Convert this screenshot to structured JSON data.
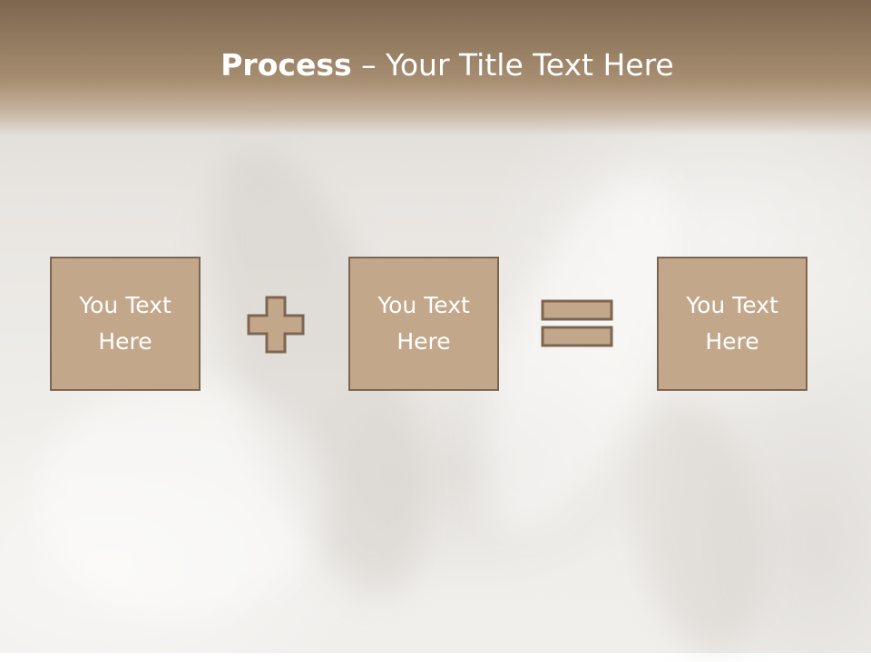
{
  "slide": {
    "title_bold": "Process",
    "title_rest": " – Your Title Text Here",
    "boxes": [
      {
        "label_line1": "You Text",
        "label_line2": "Here"
      },
      {
        "label_line1": "You Text",
        "label_line2": "Here"
      },
      {
        "label_line1": "You Text",
        "label_line2": "Here"
      }
    ],
    "operators": [
      "plus-icon",
      "equals-icon"
    ]
  },
  "colors": {
    "header": "#927a5f",
    "box_fill": "#c3a78a",
    "box_border": "#7d6651",
    "text": "#ffffff"
  }
}
